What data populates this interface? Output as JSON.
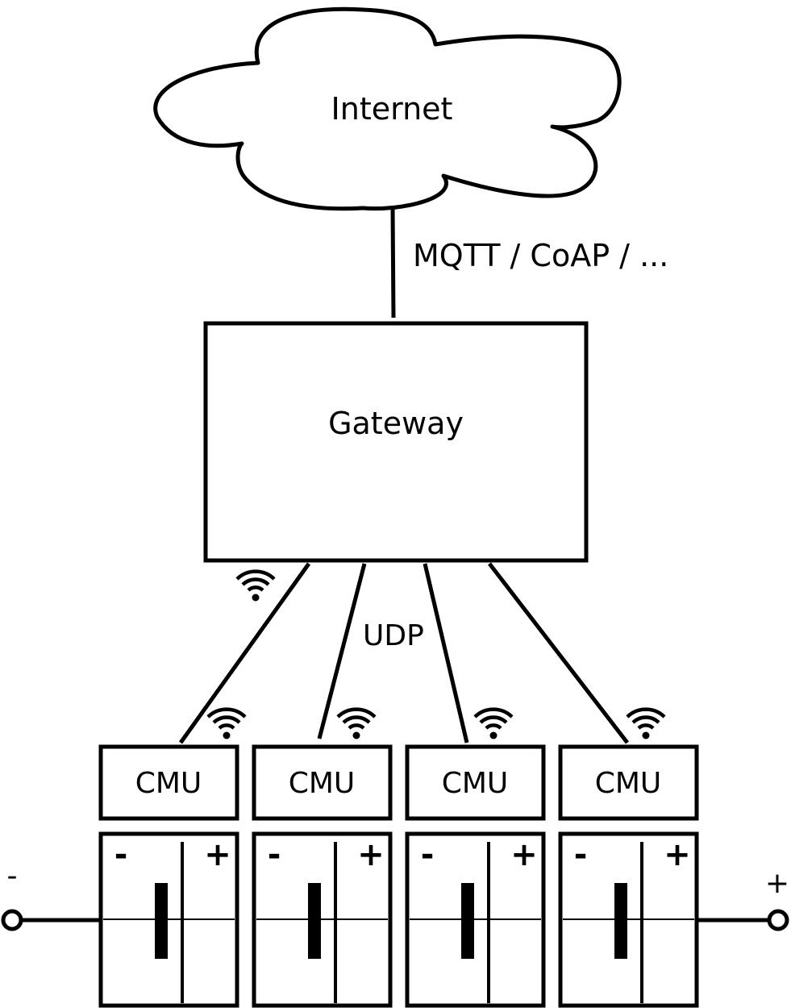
{
  "cloud": {
    "label": "Internet"
  },
  "uplink": {
    "label": "MQTT / CoAP / ..."
  },
  "gateway": {
    "label": "Gateway"
  },
  "downlink": {
    "label": "UDP"
  },
  "cmus": [
    {
      "label": "CMU"
    },
    {
      "label": "CMU"
    },
    {
      "label": "CMU"
    },
    {
      "label": "CMU"
    }
  ],
  "cells": [
    {
      "neg": "-",
      "pos": "+"
    },
    {
      "neg": "-",
      "pos": "+"
    },
    {
      "neg": "-",
      "pos": "+"
    },
    {
      "neg": "-",
      "pos": "+"
    }
  ],
  "terminals": {
    "negative": "-",
    "positive": "+"
  },
  "icons": {
    "wireless": "wifi-icon"
  },
  "colors": {
    "stroke": "#000000",
    "background": "#ffffff"
  }
}
